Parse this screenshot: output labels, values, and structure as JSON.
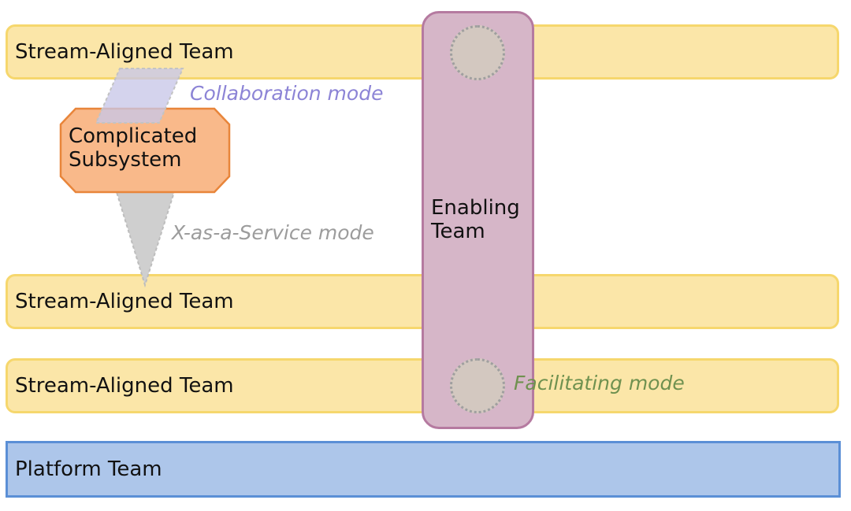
{
  "lanes": [
    {
      "label": "Stream-Aligned Team"
    },
    {
      "label": "Stream-Aligned Team"
    },
    {
      "label": "Stream-Aligned Team"
    }
  ],
  "platform": {
    "label": "Platform Team"
  },
  "enabling": {
    "label_line1": "Enabling",
    "label_line2": "Team"
  },
  "complicated": {
    "label_line1": "Complicated",
    "label_line2": "Subsystem"
  },
  "modes": {
    "collaboration": "Collaboration mode",
    "xaas": "X-as-a-Service mode",
    "facilitating": "Facilitating mode"
  },
  "colors": {
    "stream_aligned_fill": "#fbe6a8",
    "stream_aligned_border": "#f6d76d",
    "platform_fill": "#adc6ea",
    "platform_border": "#5b8fd6",
    "enabling_fill": "#d6b6c8",
    "enabling_border": "#b57aa0",
    "complicated_fill": "#f9b98a",
    "complicated_border": "#e8853a",
    "collaboration": "#8c84d6",
    "xaas": "#9c9c9c",
    "facilitating": "#6f9150"
  }
}
